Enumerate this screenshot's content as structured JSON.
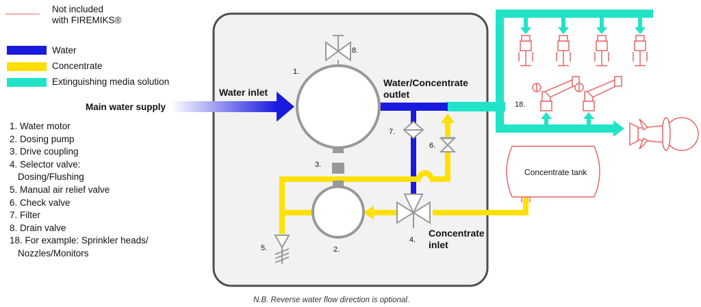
{
  "legend": {
    "not_included_line1": "Not included",
    "not_included_line2": "with FIREMIKS®",
    "water": "Water",
    "concentrate": "Concentrate",
    "solution": "Extinguishing media solution"
  },
  "colors": {
    "water": "#1a1adf",
    "concentrate": "#ffe000",
    "solution": "#22e3c8",
    "not_included": "#e86464",
    "component_grey": "#999999"
  },
  "parts_list": [
    {
      "text": "1. Water motor",
      "indent": false
    },
    {
      "text": "2. Dosing pump",
      "indent": false
    },
    {
      "text": "3. Drive coupling",
      "indent": false
    },
    {
      "text": "4. Selector valve:",
      "indent": false
    },
    {
      "text": "Dosing/Flushing",
      "indent": true
    },
    {
      "text": "5. Manual air relief valve",
      "indent": false
    },
    {
      "text": "6. Check valve",
      "indent": false
    },
    {
      "text": "7. Filter",
      "indent": false
    },
    {
      "text": "8. Drain valve",
      "indent": false
    },
    {
      "text": "18. For example: Sprinkler heads/",
      "indent": false
    },
    {
      "text": "Nozzles/Monitors",
      "indent": true
    }
  ],
  "labels": {
    "main_water_supply": "Main water supply",
    "water_inlet": "Water inlet",
    "outlet_line1": "Water/Concentrate",
    "outlet_line2": "outlet",
    "concentrate_inlet_line1": "Concentrate",
    "concentrate_inlet_line2": "inlet",
    "concentrate_tank": "Concentrate tank",
    "n1": "1.",
    "n2": "2.",
    "n3": "3.",
    "n4": "4.",
    "n5": "5.",
    "n6": "6.",
    "n7": "7.",
    "n8": "8.",
    "n18": "18.",
    "footnote": "N.B. Reverse water flow direction is optional."
  }
}
